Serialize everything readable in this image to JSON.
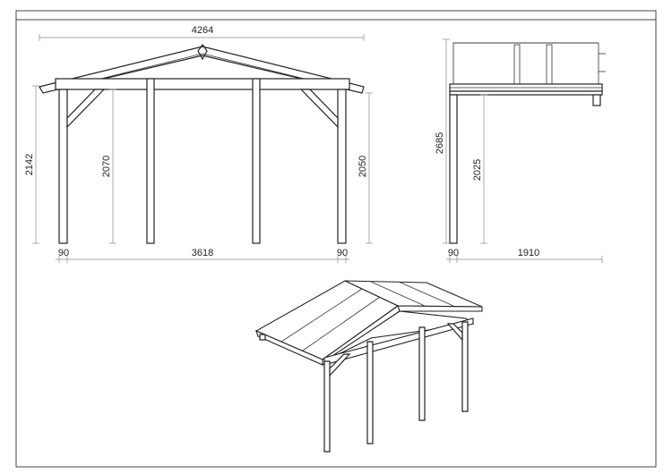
{
  "front_view": {
    "overall_width": "4264",
    "total_height": "2142",
    "inner_height": "2070",
    "right_height": "2050",
    "post_left": "90",
    "span": "3618",
    "post_right": "90"
  },
  "side_view": {
    "total_height": "2685",
    "inner_height": "2025",
    "post": "90",
    "depth": "1910"
  }
}
